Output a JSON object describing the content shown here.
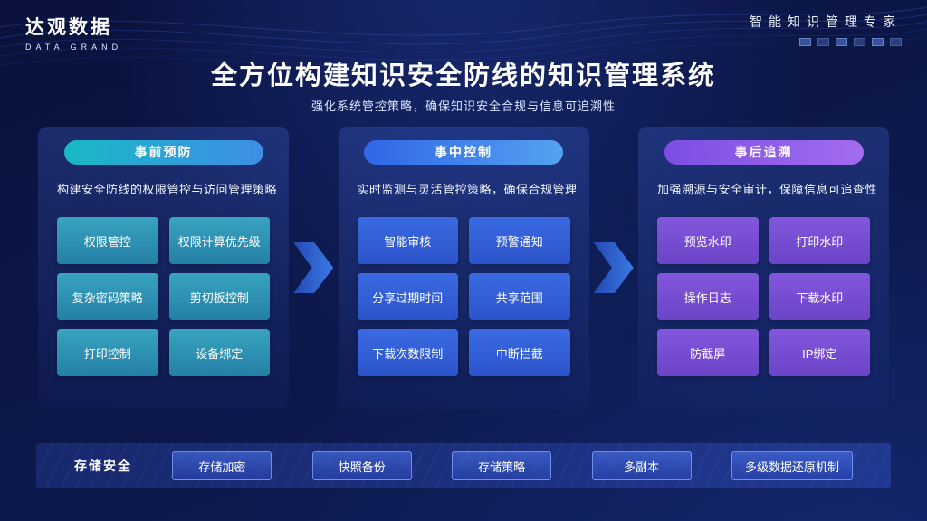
{
  "brand": {
    "name": "达观数据",
    "name_en": "DATA GRAND",
    "tagline": "智能知识管理专家"
  },
  "header": {
    "title": "全方位构建知识安全防线的知识管理系统",
    "subtitle": "强化系统管控策略，确保知识安全合规与信息可追溯性"
  },
  "colors": {
    "background": "#0c1747",
    "panel1_accent": "#2fa9c4",
    "panel2_accent": "#3a66e0",
    "panel3_accent": "#8356dd",
    "arrow": "#2f5fd0"
  },
  "panels": [
    {
      "badge": "事前预防",
      "description": "构建安全防线的权限管控与访问管理策略",
      "items": [
        "权限管控",
        "权限计算优先级",
        "复杂密码策略",
        "剪切板控制",
        "打印控制",
        "设备绑定"
      ]
    },
    {
      "badge": "事中控制",
      "description": "实时监测与灵活管控策略，确保合规管理",
      "items": [
        "智能审核",
        "预警通知",
        "分享过期时间",
        "共享范围",
        "下载次数限制",
        "中断拦截"
      ]
    },
    {
      "badge": "事后追溯",
      "description": "加强溯源与安全审计，保障信息可追查性",
      "items": [
        "预览水印",
        "打印水印",
        "操作日志",
        "下载水印",
        "防截屏",
        "IP绑定"
      ]
    }
  ],
  "storage": {
    "label": "存储安全",
    "items": [
      "存储加密",
      "快照备份",
      "存储策略",
      "多副本",
      "多级数据还原机制"
    ]
  }
}
